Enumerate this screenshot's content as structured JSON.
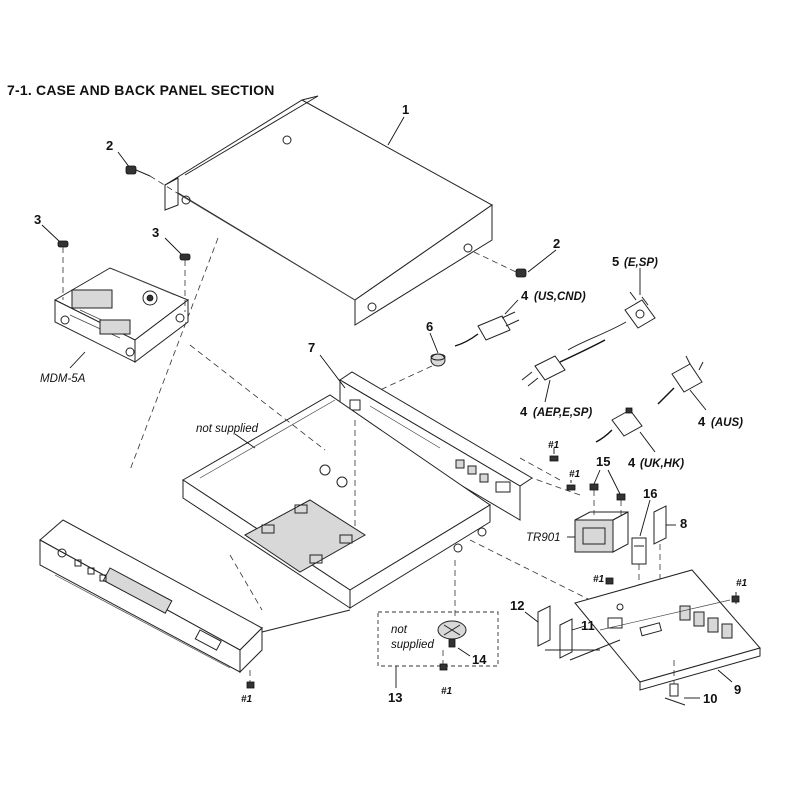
{
  "title": "7-1. CASE AND BACK PANEL SECTION",
  "labels": {
    "p1": "1",
    "p2a": "2",
    "p2b": "2",
    "p3a": "3",
    "p3b": "3",
    "p4_us": "4",
    "p4_us_region": "(US,CND)",
    "p5": "5",
    "p5_region": "(E,SP)",
    "p6": "6",
    "p7": "7",
    "p4_aep": "4",
    "p4_aep_region": "(AEP,E,SP)",
    "p4_aus": "4",
    "p4_aus_region": "(AUS)",
    "p4_uk": "4",
    "p4_uk_region": "(UK,HK)",
    "p8": "8",
    "p9": "9",
    "p10": "10",
    "p11": "11",
    "p12": "12",
    "p13": "13",
    "p14": "14",
    "p15": "15",
    "p16": "16",
    "mdm": "MDM-5A",
    "tr901": "TR901",
    "not_supplied_1": "not supplied",
    "not_supplied_2_line1": "not",
    "not_supplied_2_line2": "supplied",
    "s1a": "#1",
    "s1b": "#1",
    "s1c": "#1",
    "s1d": "#1",
    "s1e": "#1",
    "s1f": "#1"
  }
}
